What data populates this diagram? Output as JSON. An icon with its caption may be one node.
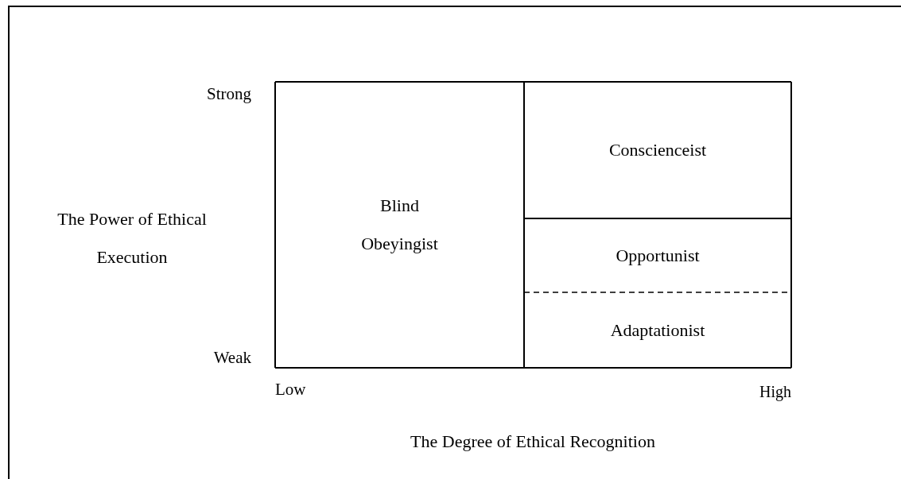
{
  "diagram": {
    "nodes": [
      {
        "text": [
          "Blind Obeyingist"
        ]
      },
      {
        "text": [
          "Conscienceist"
        ]
      },
      {
        "text": [
          "Opportunist"
        ]
      },
      {
        "text": [
          "Adaptationist"
        ]
      }
    ],
    "labels": [
      "Strong",
      "The Power of Ethical Execution",
      "Weak",
      "Low",
      "High",
      "The Degree of Ethical Recognition"
    ]
  }
}
